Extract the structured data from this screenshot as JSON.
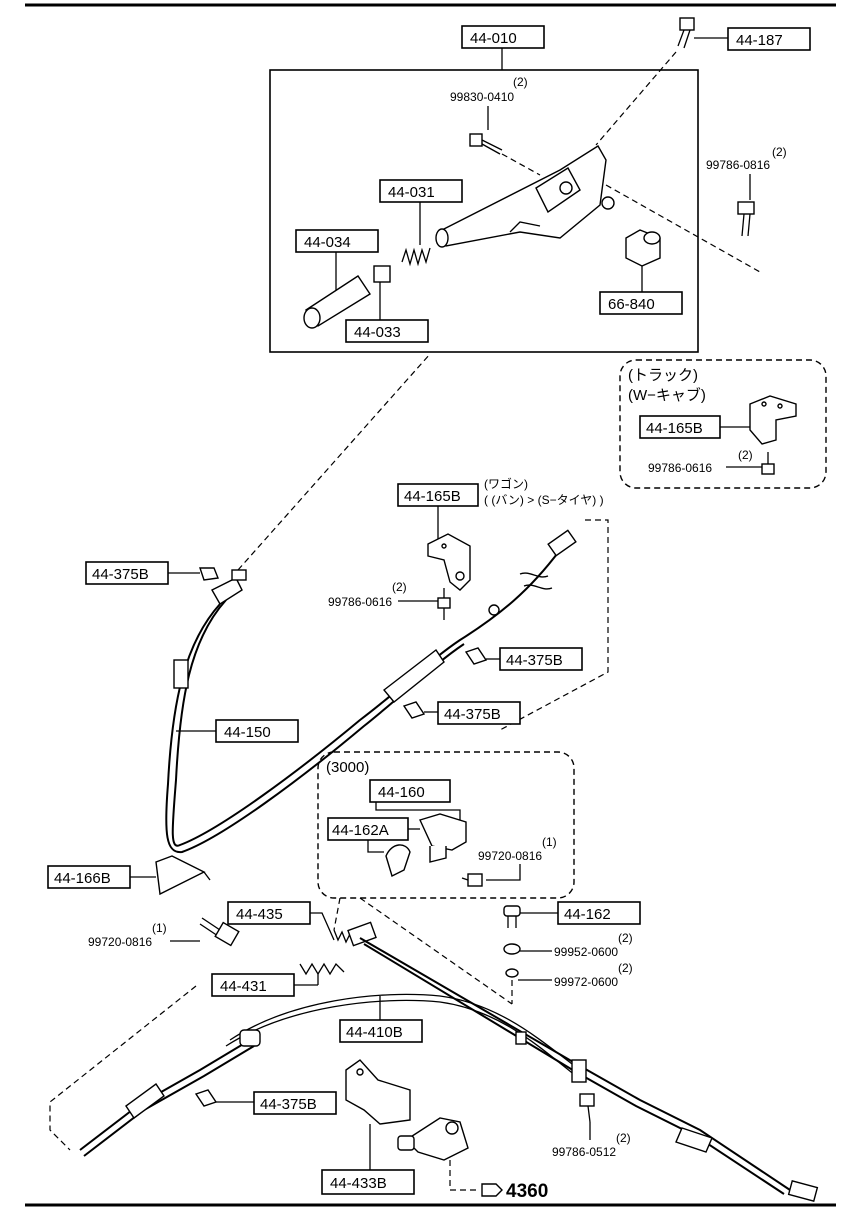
{
  "labels": {
    "l44010": "44-010",
    "l44187": "44-187",
    "l44031": "44-031",
    "l44034": "44-034",
    "l44033": "44-033",
    "l66840": "66-840",
    "l44165Btruck": "44-165B",
    "l44165B": "44-165B",
    "l44375Ba": "44-375B",
    "l44375Bb": "44-375B",
    "l44375Bc": "44-375B",
    "l44375Bd": "44-375B",
    "l44150": "44-150",
    "l44160": "44-160",
    "l44162A": "44-162A",
    "l44166B": "44-166B",
    "l44435": "44-435",
    "l44162": "44-162",
    "l44431": "44-431",
    "l44410B": "44-410B",
    "l44433B": "44-433B"
  },
  "parts": {
    "p99830_0410": "99830-0410",
    "p99786_0816": "99786-0816",
    "p99786_0616a": "99786-0616",
    "p99786_0616b": "99786-0616",
    "p99720_0816a": "99720-0816",
    "p99720_0816b": "99720-0816",
    "p99952_0600": "99952-0600",
    "p99972_0600": "99972-0600",
    "p99786_0512": "99786-0512"
  },
  "qty": {
    "q2a": "(2)",
    "q2b": "(2)",
    "q2c": "(2)",
    "q2d": "(2)",
    "q1a": "(1)",
    "q1b": "(1)",
    "q2e": "(2)",
    "q2f": "(2)",
    "q2g": "(2)"
  },
  "notes": {
    "truck1": "(トラック)",
    "truck2": "(W−キャブ)",
    "wagon1": "(ワゴン)",
    "wagon2": "( (バン) > (S−タイヤ) )",
    "cc3000": "(3000)"
  },
  "ref": {
    "r4360": "4360"
  }
}
